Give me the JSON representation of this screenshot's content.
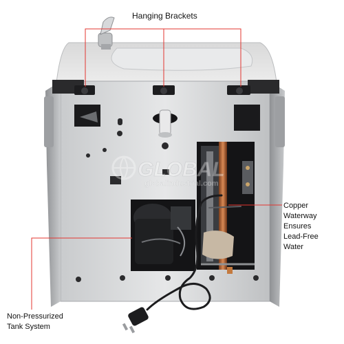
{
  "labels": {
    "brackets": "Hanging Brackets",
    "copper": [
      "Copper",
      "Waterway",
      "Ensures",
      "Lead-Free",
      "Water"
    ],
    "tank": [
      "Non-Pressurized",
      "Tank System"
    ]
  },
  "watermark": {
    "brand": "GLOBAL",
    "url": "globalindustrial.com"
  },
  "colors": {
    "callout_line": "#e3342f",
    "steel_light": "#e7e7e7",
    "steel_mid": "#cfd0d0",
    "steel_dark": "#a9abad",
    "shadow": "#1d1d1f"
  }
}
